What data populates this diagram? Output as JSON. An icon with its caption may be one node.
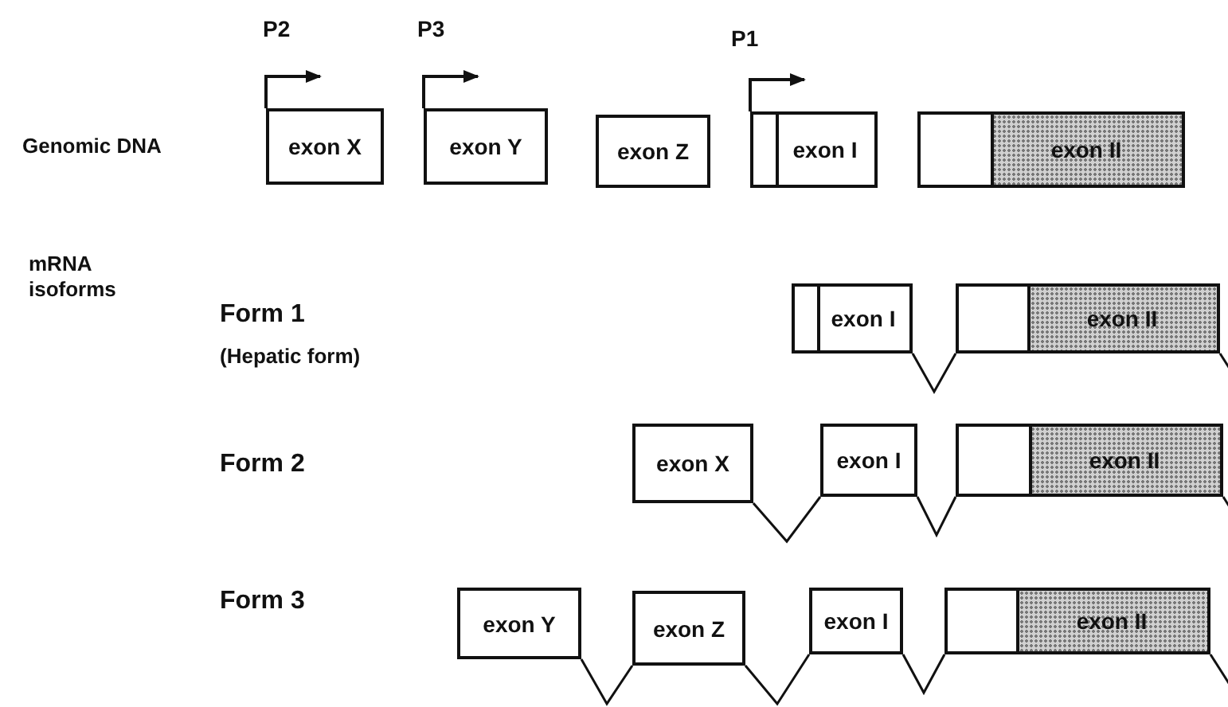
{
  "diagram": {
    "nodes": [
      {
        "text": [
          "exon X"
        ]
      },
      {
        "text": [
          "exon Y"
        ]
      },
      {
        "text": [
          "exon Z"
        ]
      },
      {
        "text": [
          "exon I"
        ]
      },
      {
        "text": [
          "exon II"
        ]
      },
      {
        "text": [
          "exon I"
        ]
      },
      {
        "text": [
          "exon II"
        ]
      },
      {
        "text": [
          "exon X"
        ]
      },
      {
        "text": [
          "exon I"
        ]
      },
      {
        "text": [
          "exon II"
        ]
      },
      {
        "text": [
          "exon Y"
        ]
      },
      {
        "text": [
          "exon Z"
        ]
      },
      {
        "text": [
          "exon I"
        ]
      },
      {
        "text": [
          "exon II"
        ]
      }
    ],
    "edges": [
      {
        "from": 5,
        "to": 6,
        "arrow": "none"
      },
      {
        "from": 6,
        "to": null,
        "arrow": "none"
      },
      {
        "from": 7,
        "to": 8,
        "arrow": "none"
      },
      {
        "from": 8,
        "to": 9,
        "arrow": "none"
      },
      {
        "from": 9,
        "to": null,
        "arrow": "none"
      },
      {
        "from": 10,
        "to": 11,
        "arrow": "none"
      },
      {
        "from": 11,
        "to": 12,
        "arrow": "none"
      },
      {
        "from": 12,
        "to": 13,
        "arrow": "none"
      },
      {
        "from": 13,
        "to": null,
        "arrow": "none"
      }
    ],
    "labels": [
      "P2",
      "P3",
      "P1",
      "Genomic DNA",
      "mRNA isoforms",
      "Form 1",
      "(Hepatic form)",
      "Form 2",
      "Form 3"
    ]
  }
}
